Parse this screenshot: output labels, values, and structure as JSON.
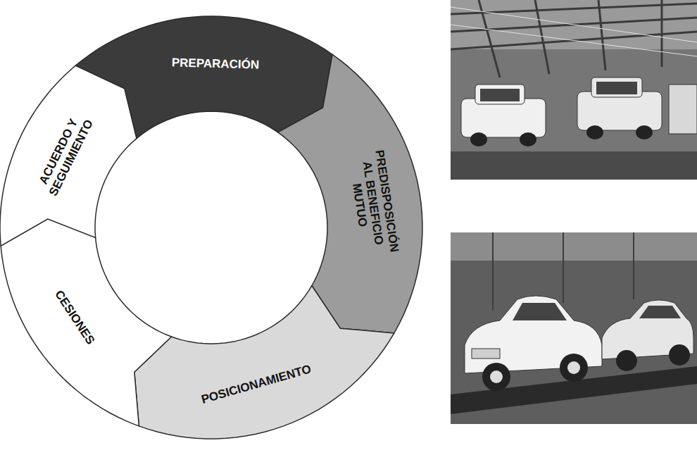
{
  "diagram": {
    "nodes": [
      {
        "text": [
          "PREPARACIÓN"
        ]
      },
      {
        "text": [
          "PREDISPOSICIÓN AL BENEFICIO MUTUO"
        ]
      },
      {
        "text": [
          "POSICIONAMIENTO"
        ]
      },
      {
        "text": [
          "CESIONES"
        ]
      },
      {
        "text": [
          "ACUERDO Y SEGUIMIENTO"
        ]
      }
    ]
  }
}
